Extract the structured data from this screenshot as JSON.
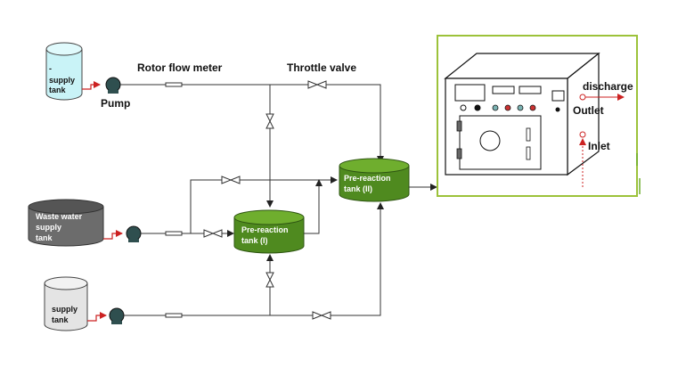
{
  "labels": {
    "rotor_flow_meter": "Rotor flow meter",
    "throttle_valve": "Throttle valve",
    "pump": "Pump",
    "discharge": "discharge",
    "outlet": "Outlet",
    "inlet": "Inlet"
  },
  "tanks": {
    "supply_top": {
      "dash": "-",
      "line1": "supply",
      "line2": "tank"
    },
    "waste": {
      "line1": "Waste water",
      "line2": "supply",
      "line3": "tank"
    },
    "supply_bottom": {
      "line1": "supply",
      "line2": "tank"
    },
    "pre_reaction_1": {
      "line1": "Pre-reaction",
      "line2": "tank (I)"
    },
    "pre_reaction_2": {
      "line1": "Pre-reaction",
      "line2": "tank (II)"
    }
  },
  "colors": {
    "supply_top_fill": "#c9f3f7",
    "waste_fill": "#6c6c6c",
    "supply_bottom_fill": "#e4e4e4",
    "reaction_fill": "#4f8a1f",
    "reaction_top": "#6fae2e",
    "frame_border": "#9cc23a",
    "arrow_red": "#cc2222",
    "pump_fill": "#2f4f4f"
  }
}
